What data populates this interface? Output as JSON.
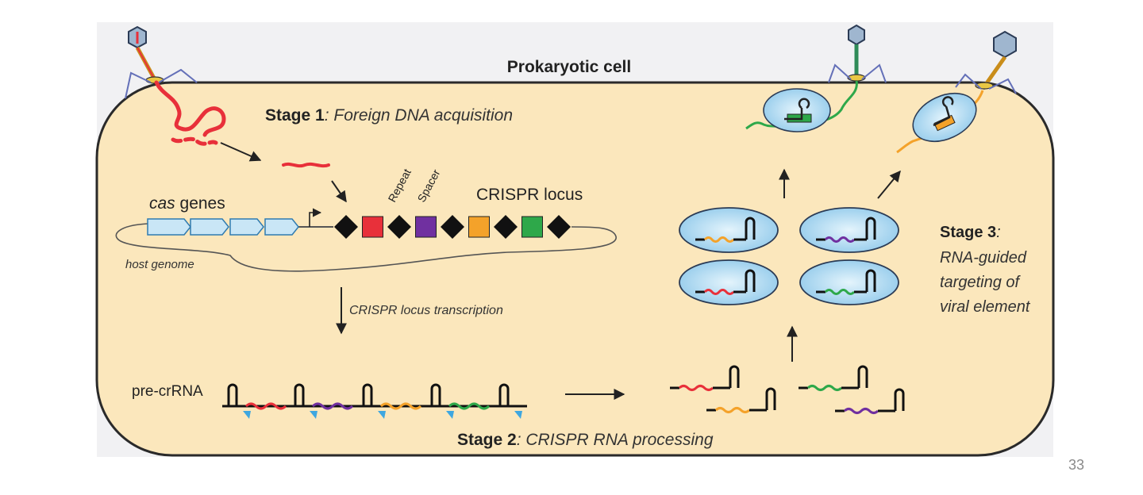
{
  "title": "Prokaryotic cell",
  "stage1": {
    "bold": "Stage 1",
    "italic": ": Foreign DNA acquisition"
  },
  "cas_genes": {
    "italic": "cas",
    "rest": " genes"
  },
  "crispr_locus": "CRISPR locus",
  "repeat": "Repeat",
  "spacer": "Spacer",
  "host_genome": "host genome",
  "transcription": "CRISPR locus transcription",
  "pre_crrna": "pre-crRNA",
  "stage2": {
    "bold": "Stage 2",
    "italic": ": CRISPR RNA processing"
  },
  "stage3": {
    "bold": "Stage 3",
    "colon": ":",
    "lines": [
      "RNA-guided",
      "targeting of",
      "viral element"
    ]
  },
  "page_number": "33",
  "colors": {
    "cell_fill": "#fbe7bc",
    "panel_bg": "#f1f1f3",
    "red": "#e8303a",
    "purple": "#7030a0",
    "orange": "#f4a22a",
    "green": "#2ea84a",
    "repeat_diamond": "#111111",
    "cas_gene_fill": "#c9e6f6",
    "cascade_fill": "#9fd0ee",
    "cleavage_marker": "#3ea7e0"
  },
  "spacer_order": [
    "red",
    "purple",
    "orange",
    "green"
  ]
}
